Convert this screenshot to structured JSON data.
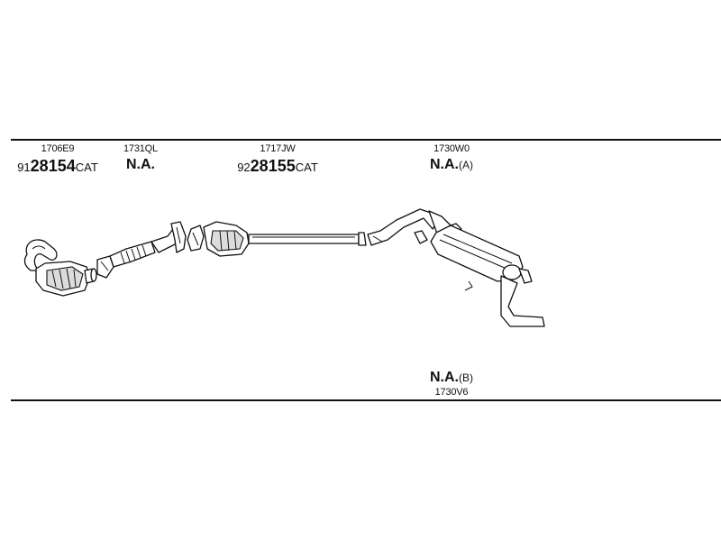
{
  "parts": [
    {
      "code": "1706E9",
      "prefix": "91",
      "number": "28154",
      "suffix": "CAT"
    },
    {
      "code": "1731QL",
      "na": "N.A."
    },
    {
      "code": "1717JW",
      "prefix": "92",
      "number": "28155",
      "suffix": "CAT"
    },
    {
      "code": "1730W0",
      "na": "N.A.",
      "variant": "(A)"
    },
    {
      "code": "1730V6",
      "na": "N.A.",
      "variant": "(B)"
    }
  ]
}
